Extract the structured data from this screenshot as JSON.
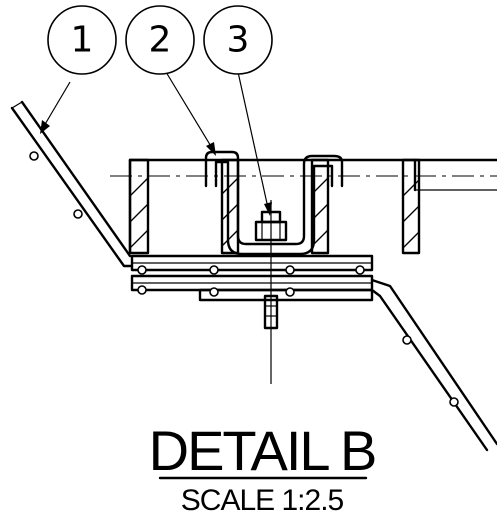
{
  "balloons": [
    {
      "label": "1"
    },
    {
      "label": "2"
    },
    {
      "label": "3"
    }
  ],
  "title": "DETAIL B",
  "scale": "SCALE 1:2.5"
}
